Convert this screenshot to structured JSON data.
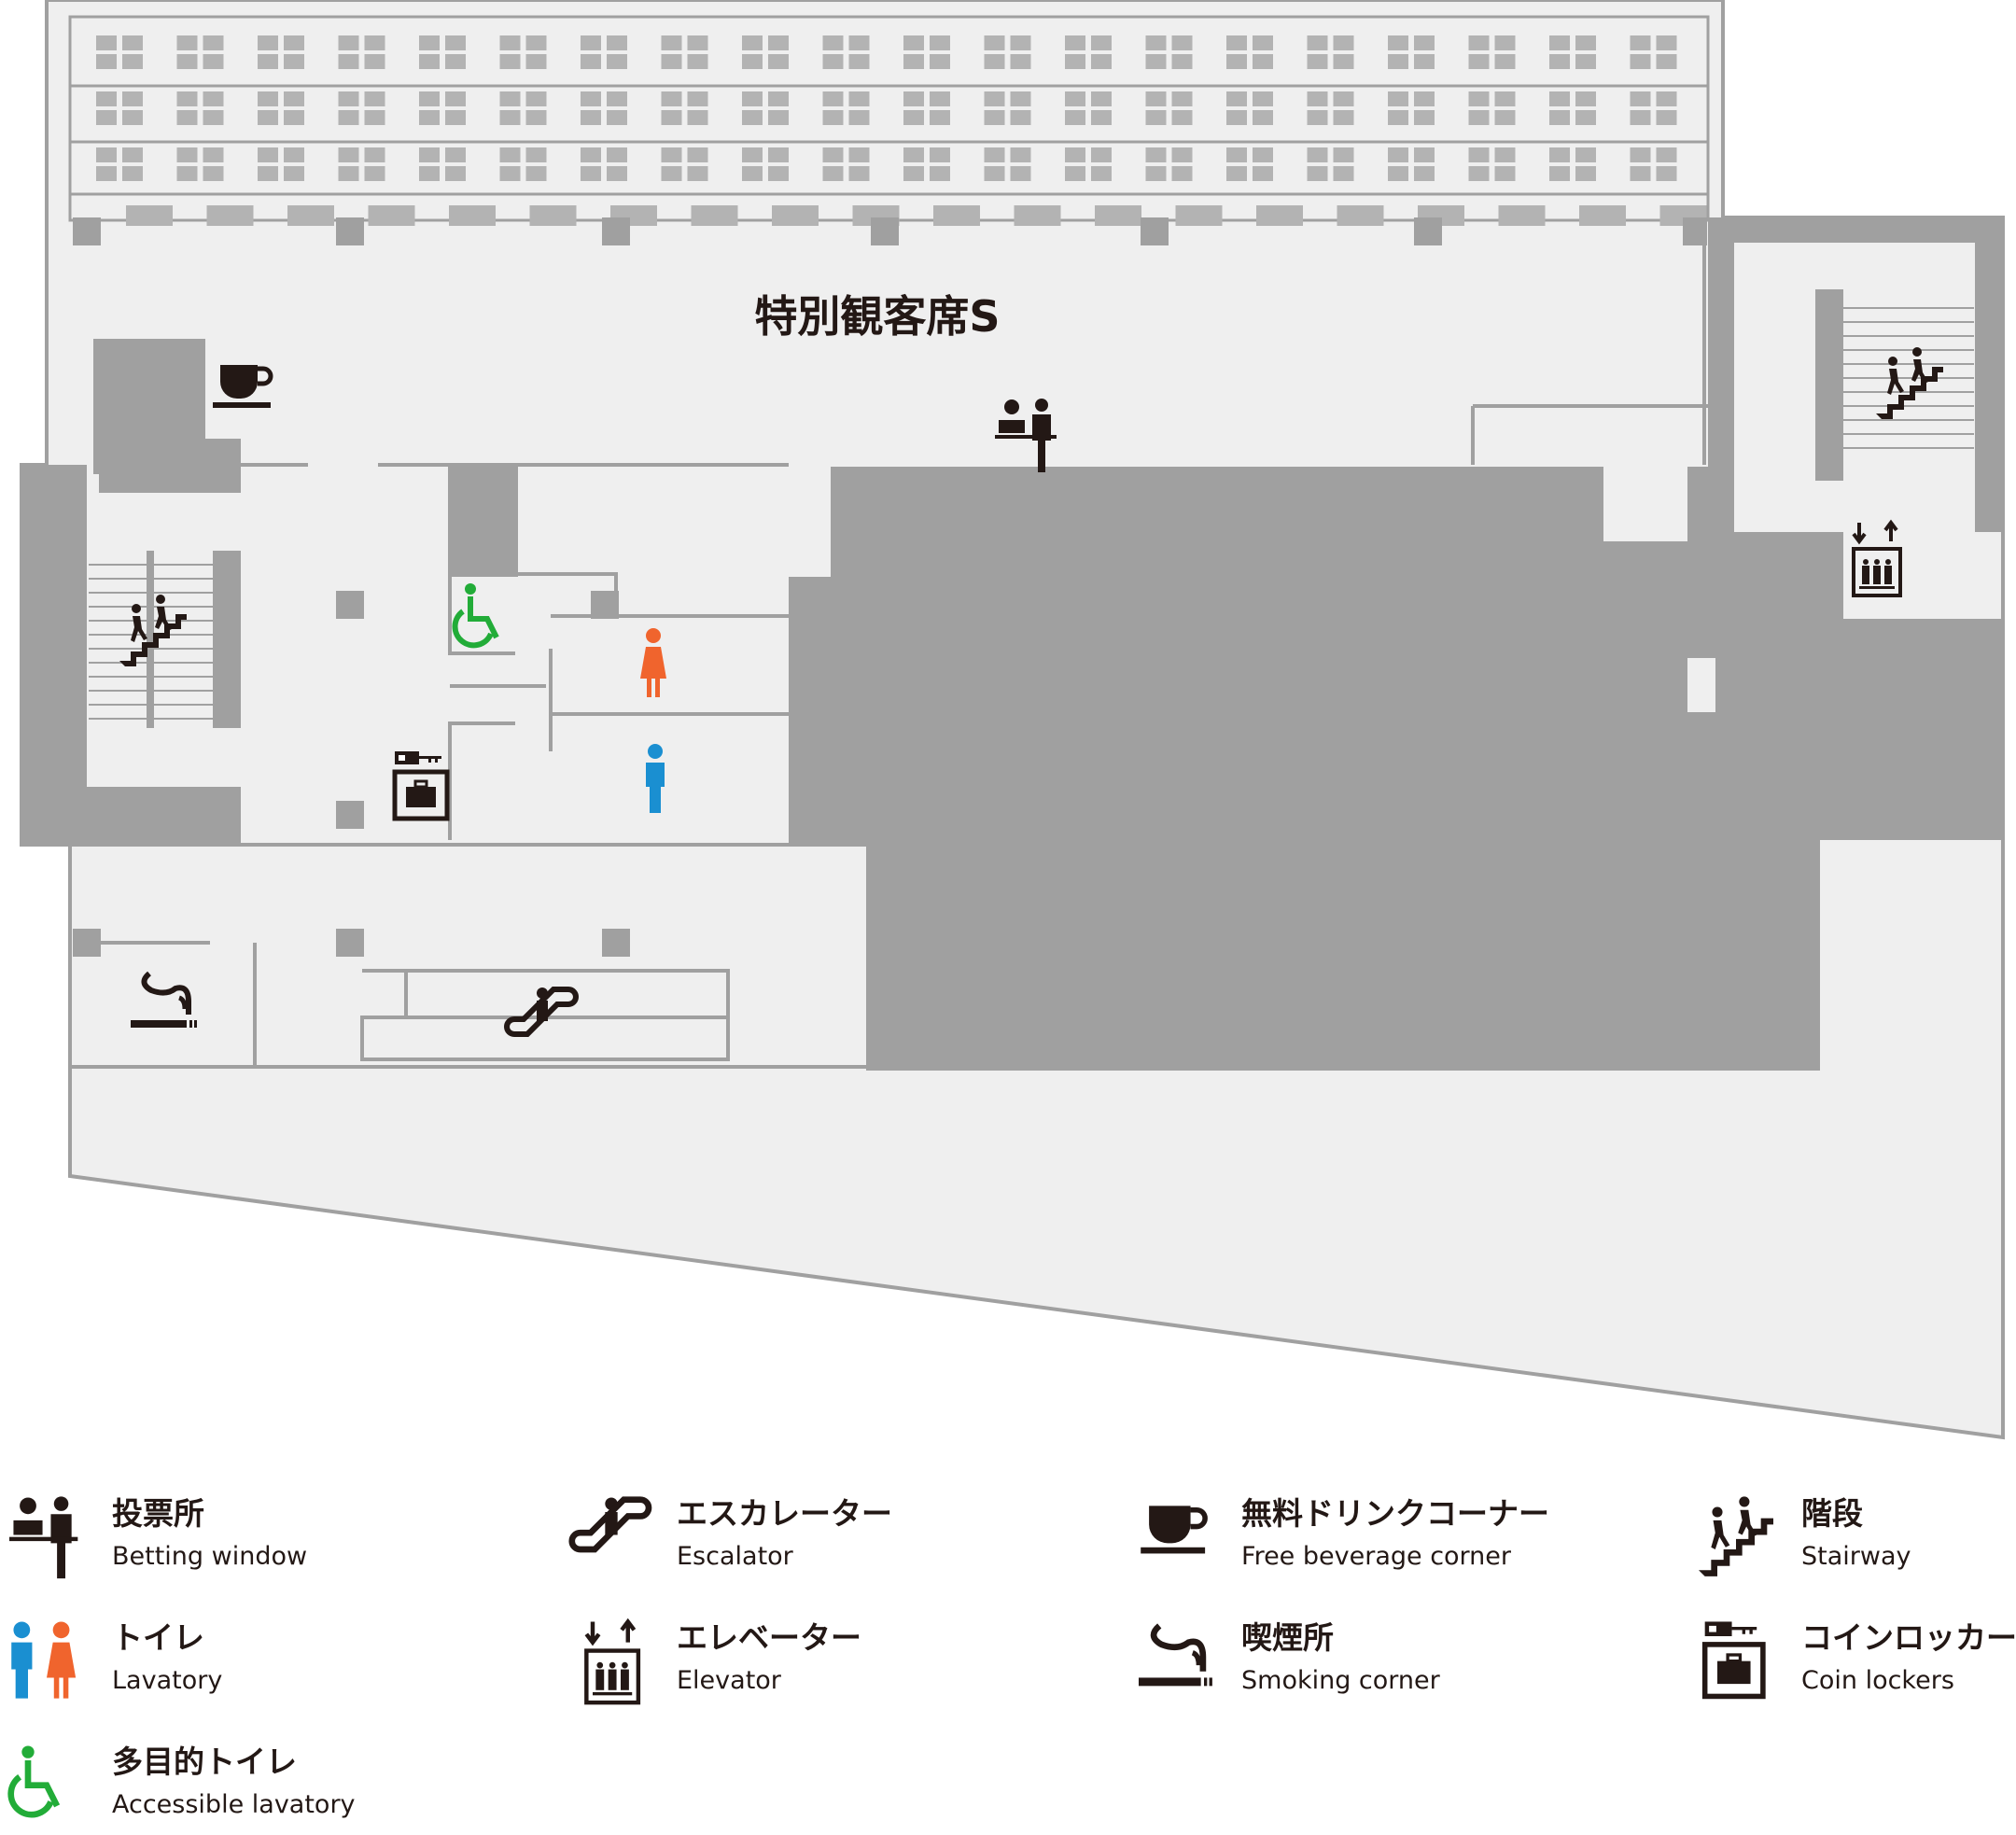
{
  "map": {
    "area_label": "特別観客席S"
  },
  "legend": {
    "betting": {
      "jp": "投票所",
      "en": "Betting window"
    },
    "escalator": {
      "jp": "エスカレーター",
      "en": "Escalator"
    },
    "beverage": {
      "jp": "無料ドリンクコーナー",
      "en": "Free beverage corner"
    },
    "stairway": {
      "jp": "階段",
      "en": "Stairway"
    },
    "lavatory": {
      "jp": "トイレ",
      "en": "Lavatory"
    },
    "elevator": {
      "jp": "エレベーター",
      "en": "Elevator"
    },
    "smoking": {
      "jp": "喫煙所",
      "en": "Smoking corner"
    },
    "lockers": {
      "jp": "コインロッカー",
      "en": "Coin lockers"
    },
    "accessible": {
      "jp": "多目的トイレ",
      "en": "Accessible lavatory"
    }
  },
  "colors": {
    "floor": "#efefef",
    "wall": "#a0a0a0",
    "icon": "#231815",
    "male": "#1a8fd1",
    "female": "#f0642d",
    "accessible": "#22ac38"
  }
}
